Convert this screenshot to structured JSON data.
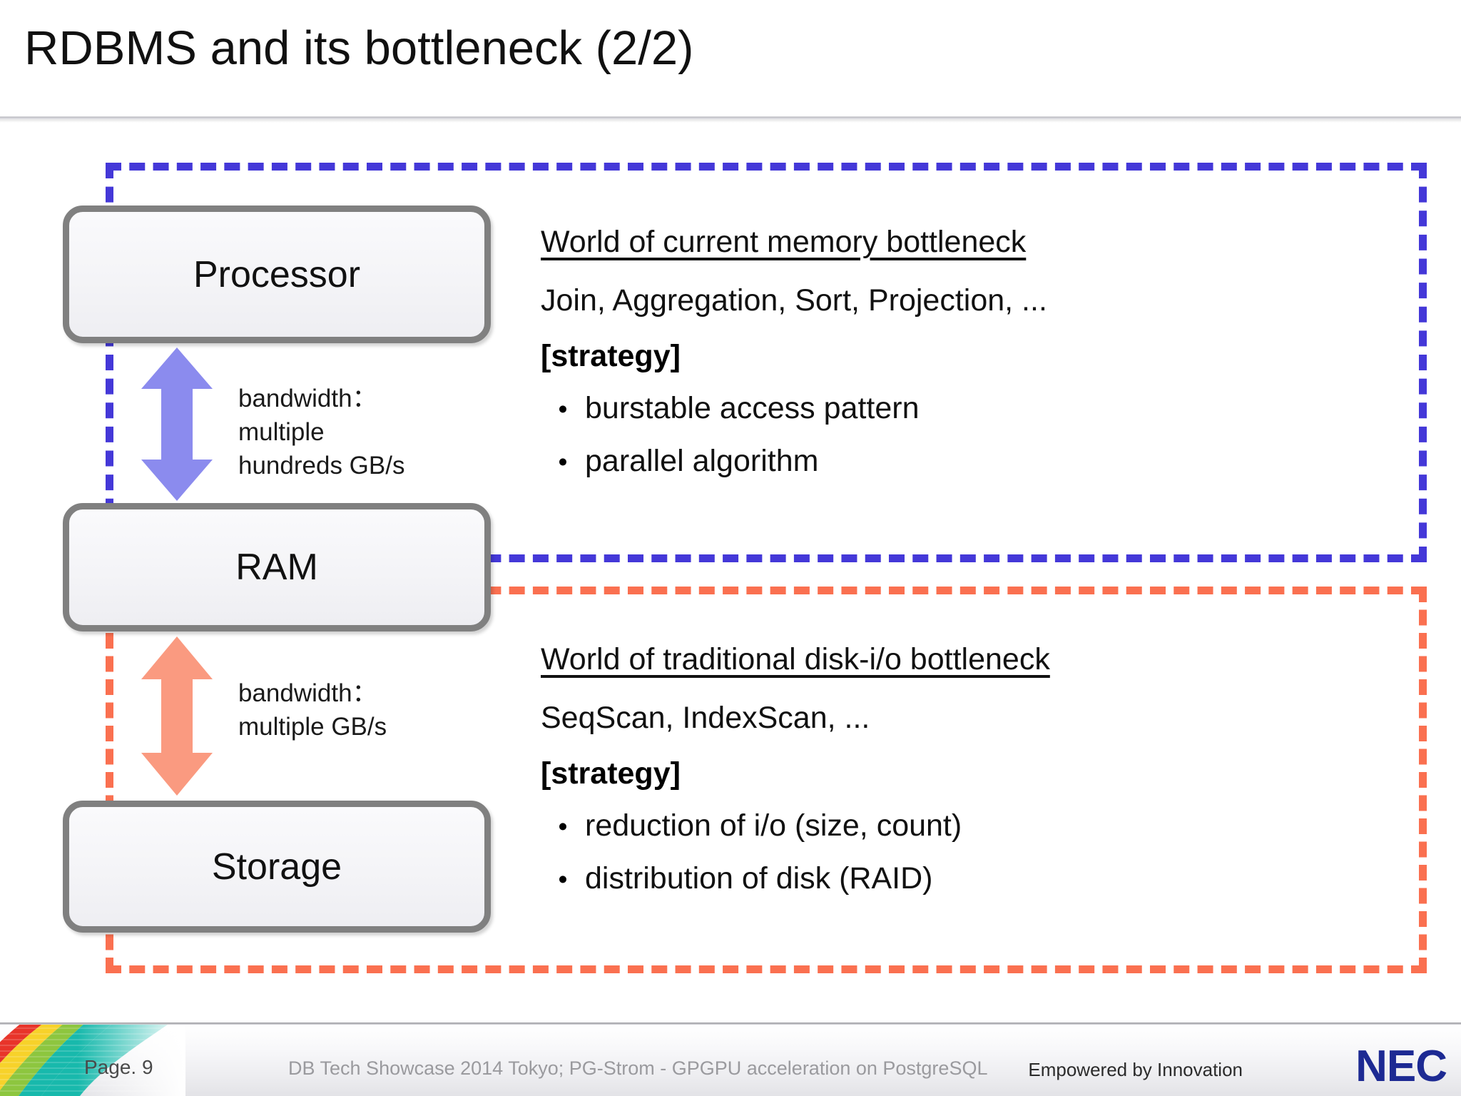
{
  "slide": {
    "title": "RDBMS and its bottleneck (2/2)"
  },
  "diagram": {
    "boxes": [
      {
        "id": "processor",
        "label": "Processor"
      },
      {
        "id": "ram",
        "label": "RAM"
      },
      {
        "id": "storage",
        "label": "Storage"
      }
    ],
    "arrows": [
      {
        "id": "processor-ram-arrow",
        "color": "#8b8bee",
        "caption": "bandwidth：\nmultiple\nhundreds GB/s"
      },
      {
        "id": "ram-storage-arrow",
        "color": "#fa9a80",
        "caption": "bandwidth：\nmultiple GB/s"
      }
    ],
    "regions": [
      {
        "id": "memory-bottleneck-region",
        "color": "#4438d8"
      },
      {
        "id": "disk-io-bottleneck-region",
        "color": "#fa7050"
      }
    ]
  },
  "memory_section": {
    "heading": "World of current memory bottleneck",
    "operations": "Join, Aggregation, Sort, Projection, ...",
    "strategy_label": "[strategy]",
    "bullet_glyph": "•",
    "bullets": [
      "burstable access pattern",
      "parallel algorithm"
    ]
  },
  "disk_section": {
    "heading": "World of traditional disk-i/o bottleneck",
    "operations": "SeqScan, IndexScan, ...",
    "strategy_label": "[strategy]",
    "bullet_glyph": "•",
    "bullets": [
      "reduction of i/o (size, count)",
      "distribution of disk (RAID)"
    ]
  },
  "footer": {
    "page": "Page. 9",
    "center": "DB Tech Showcase 2014 Tokyo; PG-Strom - GPGPU acceleration on PostgreSQL",
    "tagline": "Empowered by Innovation",
    "logo": "NEC",
    "logo_color": "#1d2a93"
  }
}
